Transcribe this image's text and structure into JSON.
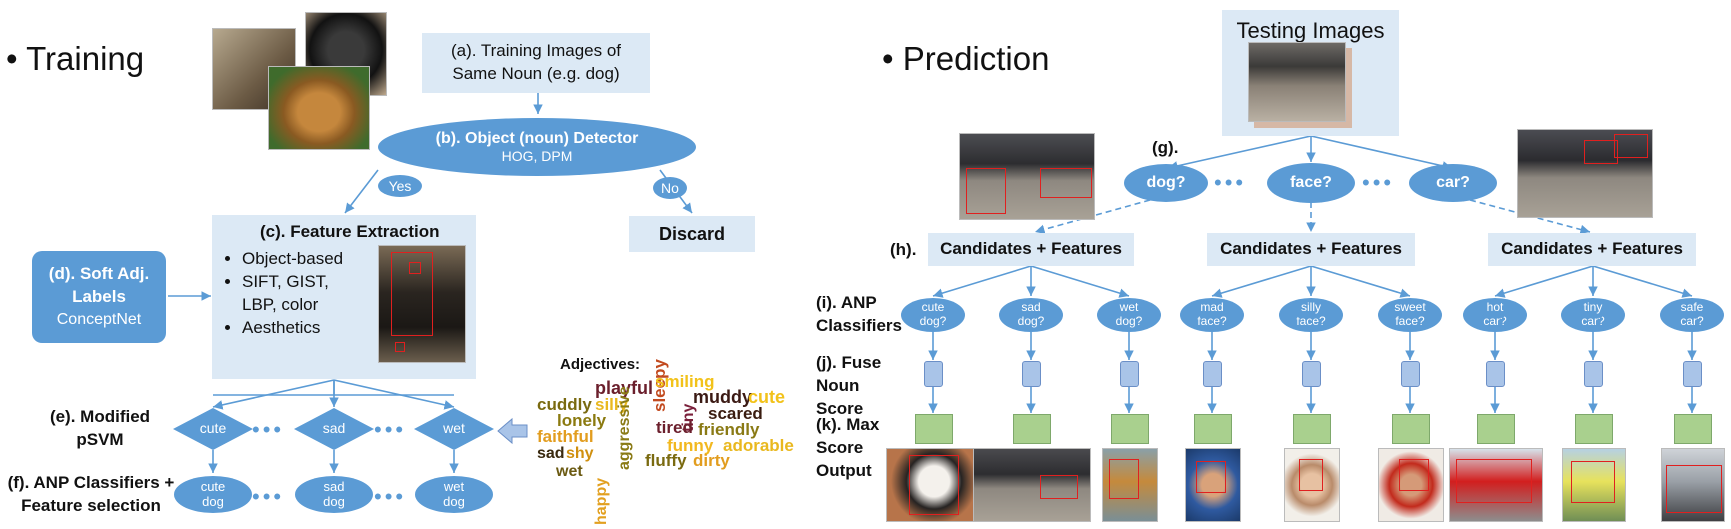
{
  "training": {
    "title": "• Training",
    "a_label": "(a). Training Images of Same Noun (e.g. dog)",
    "b_title": "(b). Object (noun) Detector",
    "b_sub": "HOG, DPM",
    "yes": "Yes",
    "no": "No",
    "discard": "Discard",
    "c_title": "(c). Feature Extraction",
    "c_items": [
      "Object-based",
      "SIFT, GIST, LBP, color",
      "Aesthetics"
    ],
    "d_title": "(d). Soft Adj. Labels",
    "d_sub": "ConceptNet",
    "e_label": "(e). Modified pSVM",
    "f_label": "(f). ANP Classifiers + Feature selection",
    "adjectives": [
      "cute",
      "sad",
      "wet"
    ],
    "anps": [
      "cute dog",
      "sad dog",
      "wet dog"
    ],
    "adjectives_title": "Adjectives:"
  },
  "wordcloud": [
    "playful",
    "sleepy",
    "tiny",
    "cuddly",
    "silly",
    "muddy",
    "cute",
    "lonely",
    "aggressive",
    "scared",
    "tired",
    "friendly",
    "faithful",
    "smiling",
    "funny",
    "adorable",
    "sad",
    "shy",
    "happy",
    "fluffy",
    "dirty",
    "wet"
  ],
  "prediction": {
    "title": "• Prediction",
    "testing": "Testing Images",
    "g_label": "(g).",
    "nouns": [
      "dog?",
      "face?",
      "car?"
    ],
    "h_label": "(h).",
    "cand": "Candidates + Features",
    "i_label": "(i). ANP Classifiers",
    "j_label": "(j). Fuse Noun Score",
    "k_label": "(k). Max Score Output",
    "anps": [
      "cute dog?",
      "sad dog?",
      "wet dog?",
      "mad face?",
      "silly face?",
      "sweet face?",
      "hot car?",
      "tiny car?",
      "safe car?"
    ]
  },
  "colors": {
    "blue": "#5b9bd5",
    "panel": "#dce9f5",
    "red": "#e0201f",
    "green": "#a9d08e"
  }
}
